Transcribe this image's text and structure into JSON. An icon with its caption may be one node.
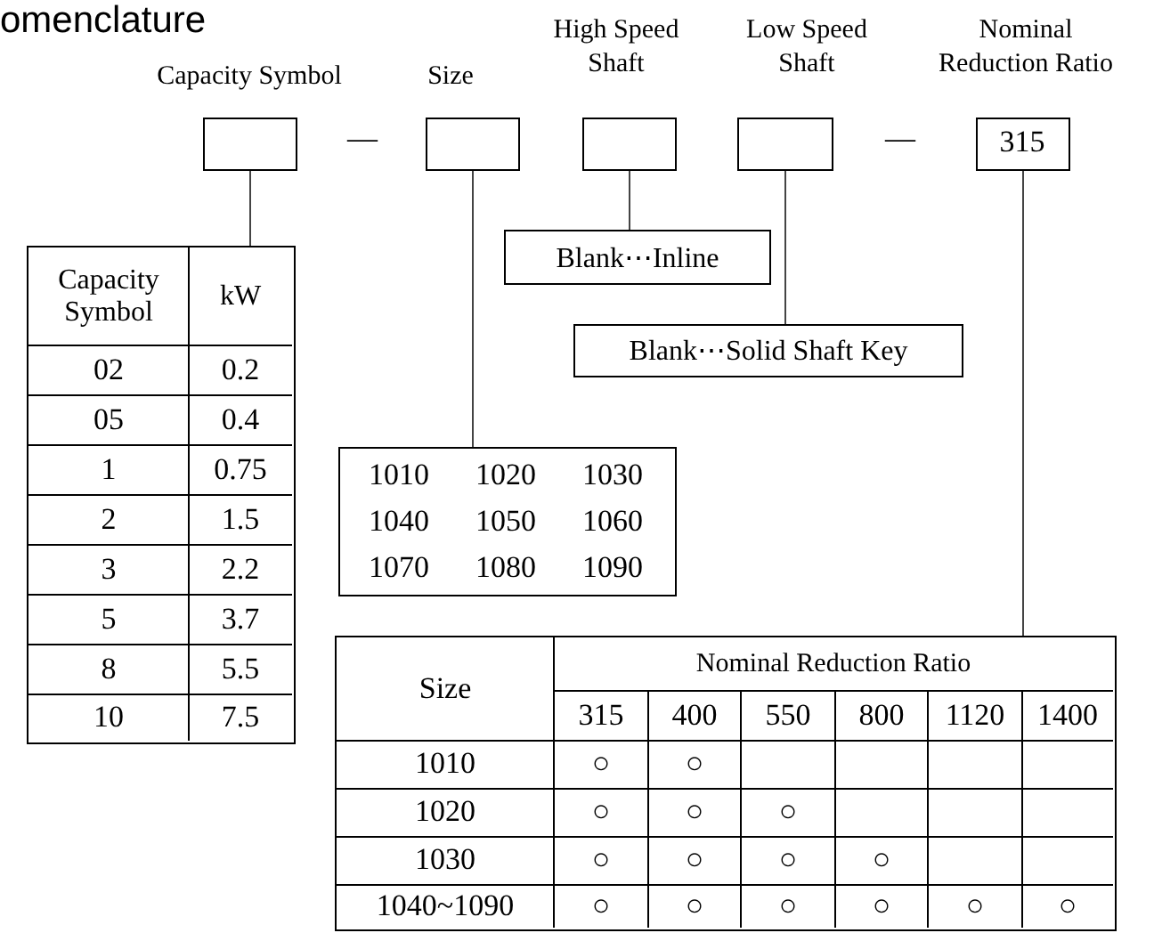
{
  "diagram": {
    "title": "omenclature",
    "nodes": [
      {
        "text": [],
        "shape": "box",
        "beside": [
          "Capacity Symbol"
        ]
      },
      {
        "text": [],
        "shape": "box",
        "beside": [
          "Size"
        ]
      },
      {
        "text": [],
        "shape": "box",
        "beside": [
          "High Speed Shaft"
        ]
      },
      {
        "text": [],
        "shape": "box",
        "beside": [
          "Low Speed Shaft"
        ]
      },
      {
        "text": [
          "315"
        ],
        "beside": [
          "Nominal Reduction Ratio"
        ]
      },
      {
        "text": [
          "Capacity Symbol",
          "kW",
          "02",
          "0.2",
          "05",
          "0.4",
          "1",
          "0.75",
          "2",
          "1.5",
          "3",
          "2.2",
          "5",
          "3.7",
          "8",
          "5.5",
          "10",
          "7.5"
        ]
      },
      {
        "text": [
          "Blank⋯Inline"
        ]
      },
      {
        "text": [
          "Blank⋯Solid Shaft Key"
        ]
      },
      {
        "text": [
          "1010",
          "1020",
          "1030",
          "1040",
          "1050",
          "1060",
          "1070",
          "1080",
          "1090"
        ]
      },
      {
        "text": [
          "Size",
          "Nominal Reduction Ratio",
          "315",
          "400",
          "550",
          "800",
          "1120",
          "1400",
          "1010",
          "○",
          "○",
          "1020",
          "○",
          "○",
          "○",
          "1030",
          "○",
          "○",
          "○",
          "○",
          "1040~1090",
          "○",
          "○",
          "○",
          "○",
          "○",
          "○"
        ]
      }
    ],
    "edges": [
      {
        "from": 0,
        "to": 5,
        "arrow": "none"
      },
      {
        "from": 1,
        "to": 8,
        "arrow": "none"
      },
      {
        "from": 2,
        "to": 6,
        "arrow": "none"
      },
      {
        "from": 3,
        "to": 7,
        "arrow": "none"
      },
      {
        "from": 4,
        "to": 9,
        "arrow": "none"
      }
    ],
    "labels": [
      "—",
      "—"
    ]
  }
}
